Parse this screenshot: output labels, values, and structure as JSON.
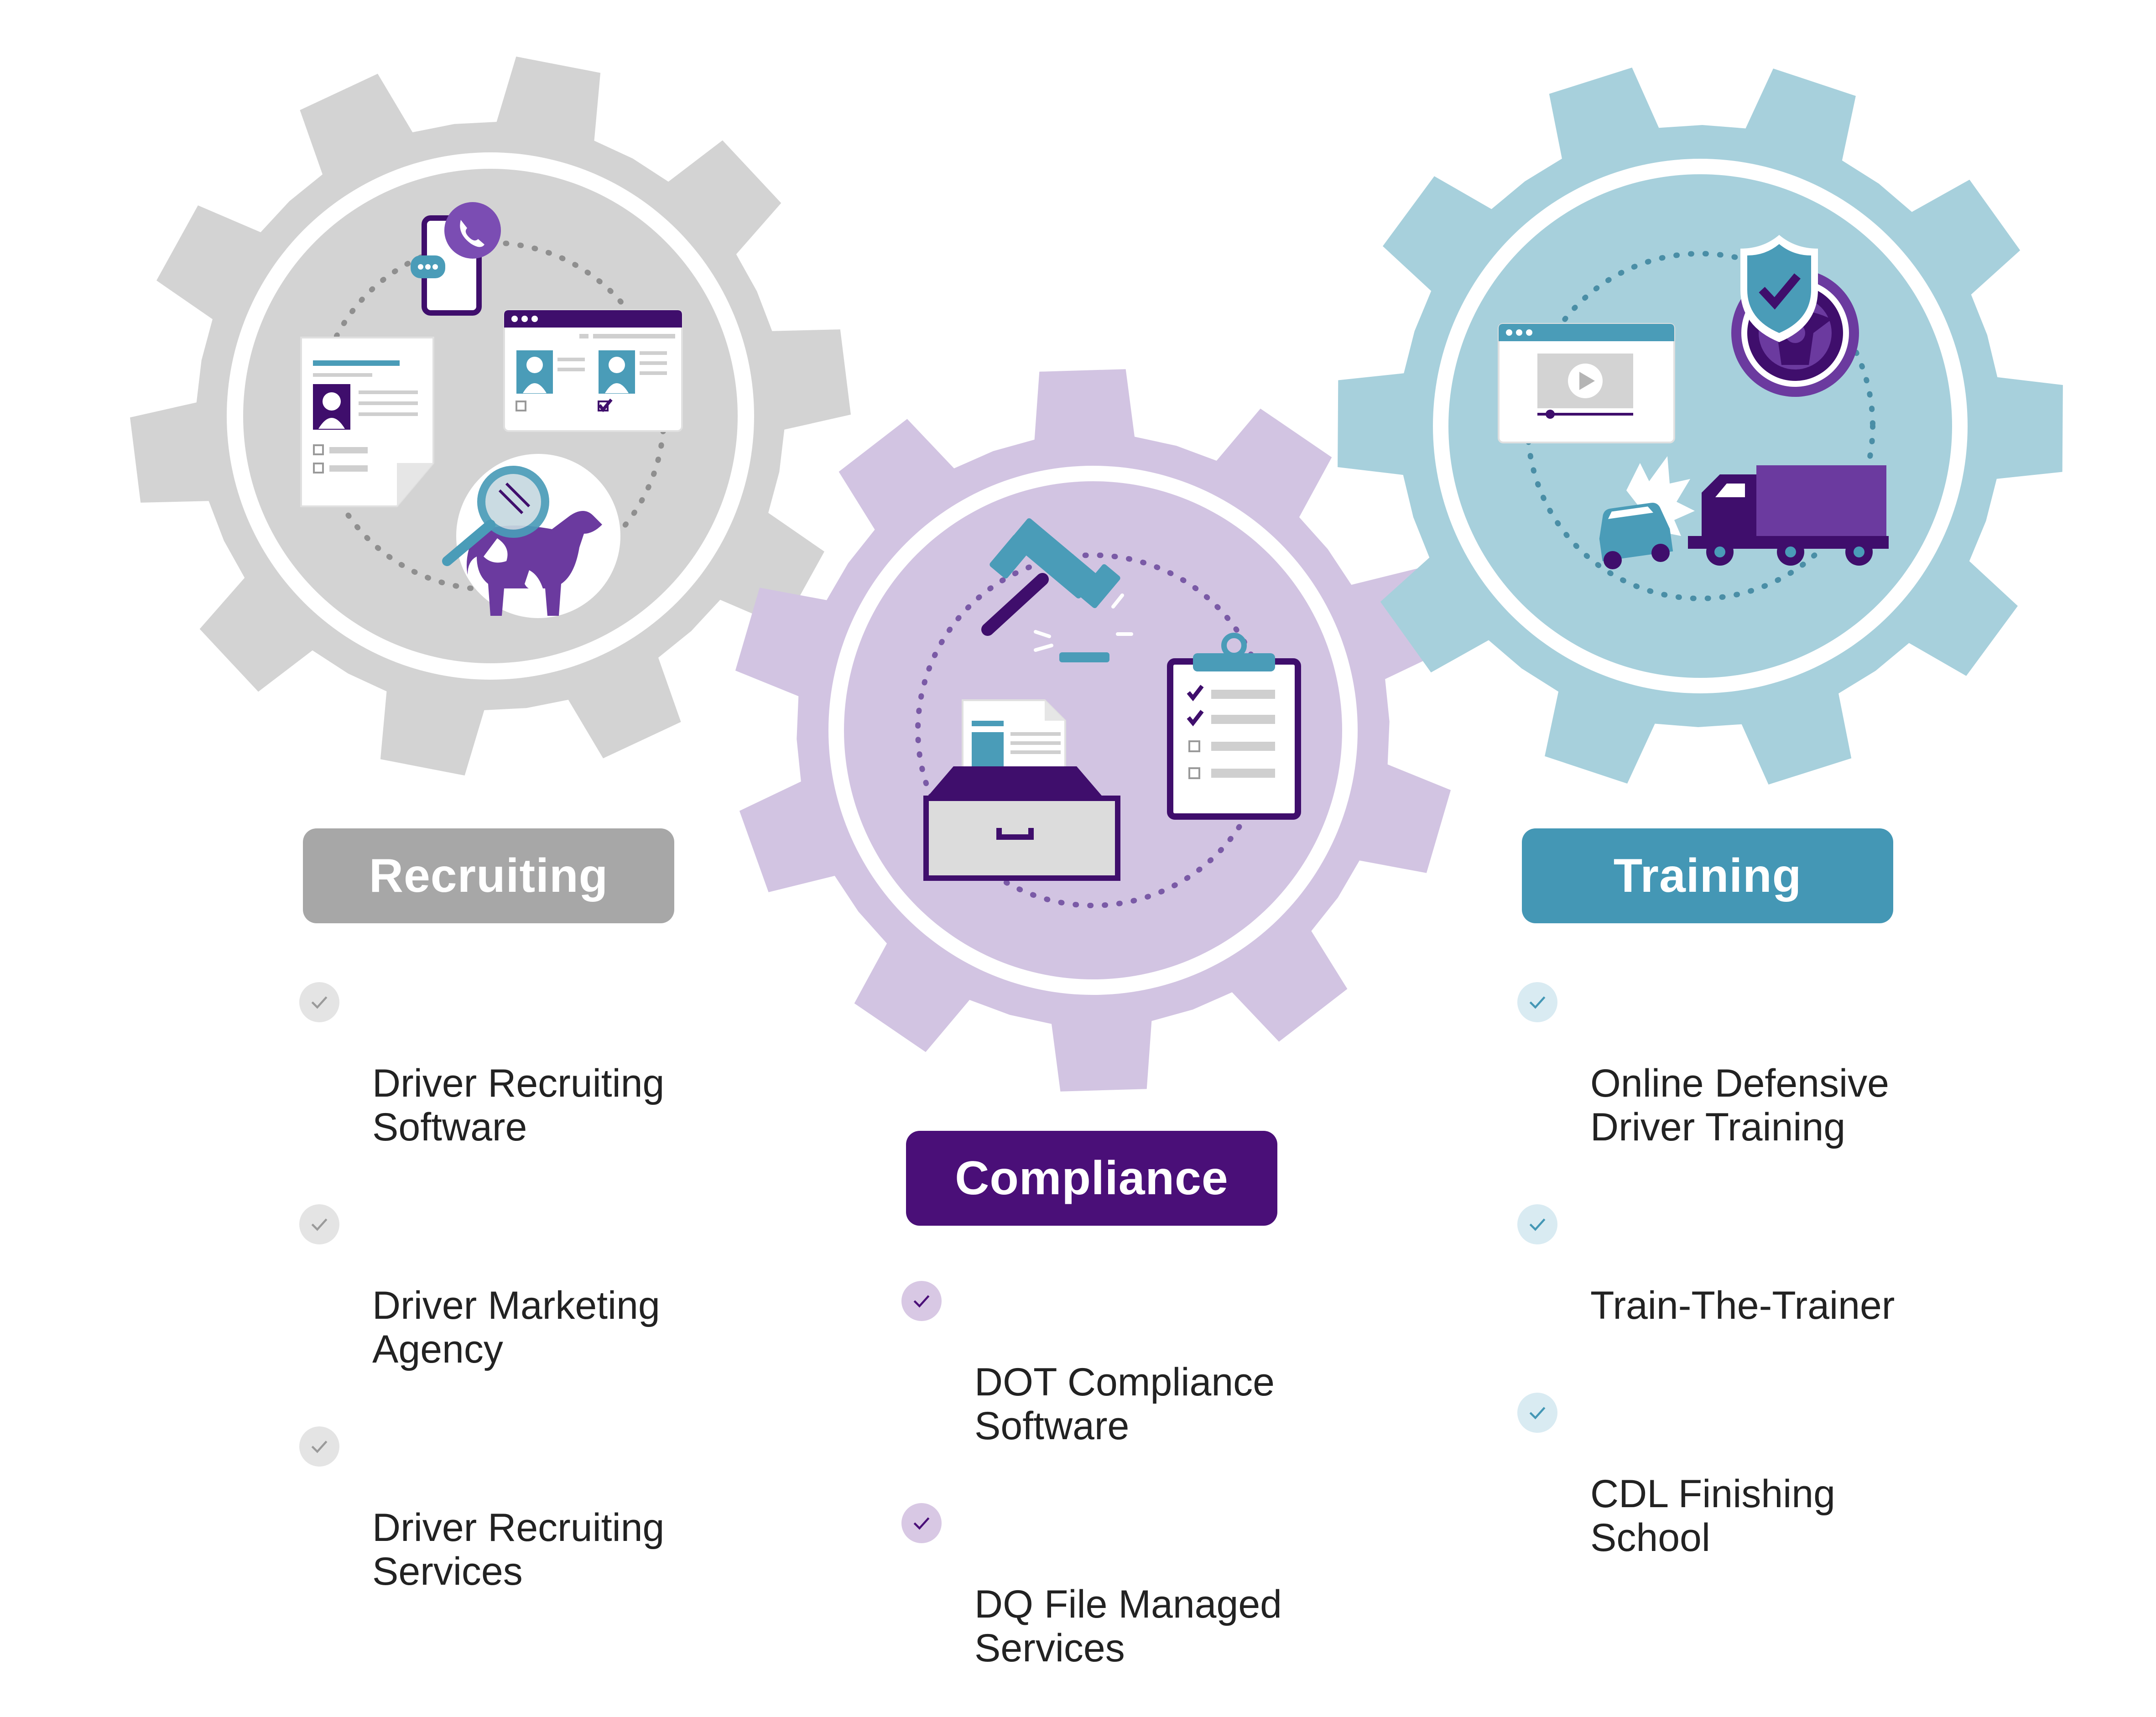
{
  "colors": {
    "recruiting_gear": "#d3d3d3",
    "compliance_gear": "#d2c4e2",
    "training_gear": "#a7d0dc",
    "dark_purple": "#3f0e6c",
    "mid_purple": "#6b3a9f",
    "teal": "#4a9cb8"
  },
  "sections": {
    "recruiting": {
      "title": "Recruiting",
      "items": [
        {
          "label": "Driver Recruiting\nSoftware"
        },
        {
          "label": "Driver Marketing\nAgency"
        },
        {
          "label": "Driver Recruiting\nServices"
        }
      ]
    },
    "compliance": {
      "title": "Compliance",
      "items": [
        {
          "label": "DOT Compliance\nSoftware"
        },
        {
          "label": "DQ File Managed\nServices"
        }
      ]
    },
    "training": {
      "title": "Training",
      "items": [
        {
          "label": "Online Defensive\nDriver Training"
        },
        {
          "label": "Train-The-Trainer"
        },
        {
          "label": "CDL Finishing\nSchool"
        }
      ]
    }
  },
  "icons": {
    "recruiting": [
      "phone-chat-icon",
      "resume-document-icon",
      "candidate-profiles-window-icon",
      "purple-cow-magnifier-icon"
    ],
    "compliance": [
      "gavel-icon",
      "file-drawer-icon",
      "checklist-clipboard-icon"
    ],
    "training": [
      "video-player-icon",
      "shield-check-icon",
      "steering-wheel-icon",
      "truck-collision-icon"
    ]
  }
}
